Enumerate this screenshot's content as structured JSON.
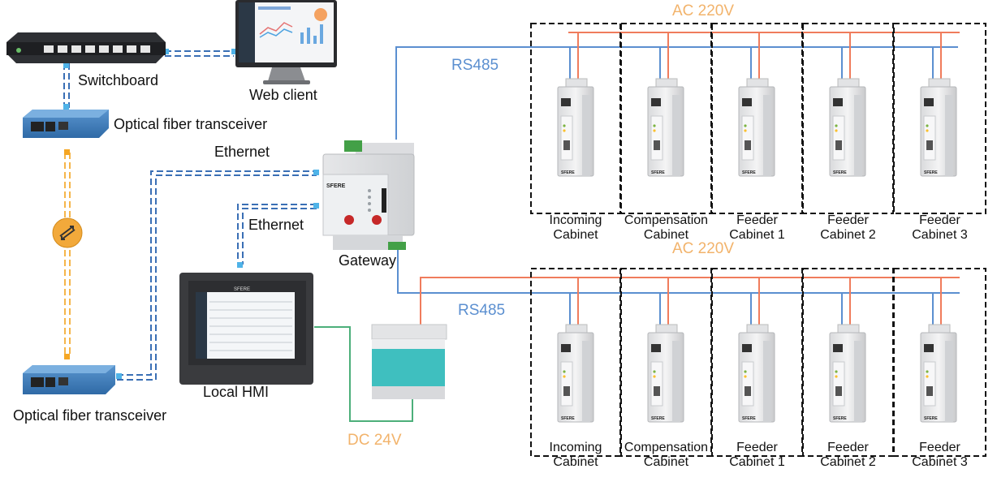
{
  "labels": {
    "switchboard": "Switchboard",
    "web_client": "Web client",
    "transceiver_top": "Optical fiber transceiver",
    "transceiver_bottom": "Optical fiber transceiver",
    "ethernet_1": "Ethernet",
    "ethernet_2": "Ethernet",
    "gateway": "Gateway",
    "local_hmi": "Local HMI",
    "dc_24v": "DC 24V",
    "hmi_brand": "SFERE",
    "gateway_brand": "SFERE"
  },
  "bus_top": {
    "ac": "AC 220V",
    "rs485": "RS485"
  },
  "bus_bottom": {
    "ac": "AC 220V",
    "rs485": "RS485"
  },
  "cabinets_top": [
    {
      "line1": "Incoming",
      "line2": "Cabinet"
    },
    {
      "line1": "Compensation",
      "line2": "Cabinet"
    },
    {
      "line1": "Feeder",
      "line2": "Cabinet 1"
    },
    {
      "line1": "Feeder",
      "line2": "Cabinet 2"
    },
    {
      "line1": "Feeder",
      "line2": "Cabinet 3"
    }
  ],
  "cabinets_bottom": [
    {
      "line1": "Incoming",
      "line2": "Cabinet"
    },
    {
      "line1": "Compensation",
      "line2": "Cabinet"
    },
    {
      "line1": "Feeder",
      "line2": "Cabinet 1"
    },
    {
      "line1": "Feeder",
      "line2": "Cabinet 2"
    },
    {
      "line1": "Feeder",
      "line2": "Cabinet 3"
    }
  ],
  "meter_brand": "SFERE",
  "colors": {
    "ac_line": "#f07c5c",
    "rs485_line": "#5b8fd0",
    "ethernet": "#3a6fb5",
    "fiber": "#f5b54a",
    "dc_line": "#4caf7a",
    "label_orange": "#f2b36b",
    "label_blue": "#5b8fd0"
  }
}
